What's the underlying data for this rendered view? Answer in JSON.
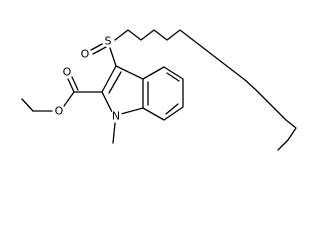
{
  "molecule": {
    "atoms": {
      "sulfur": "S",
      "sulfinyl_oxygen": "O",
      "carbonyl_oxygen": "O",
      "ester_oxygen": "O",
      "ring_nitrogen": "N"
    }
  },
  "colors": {
    "bond": "#000000",
    "background": "#ffffff"
  }
}
